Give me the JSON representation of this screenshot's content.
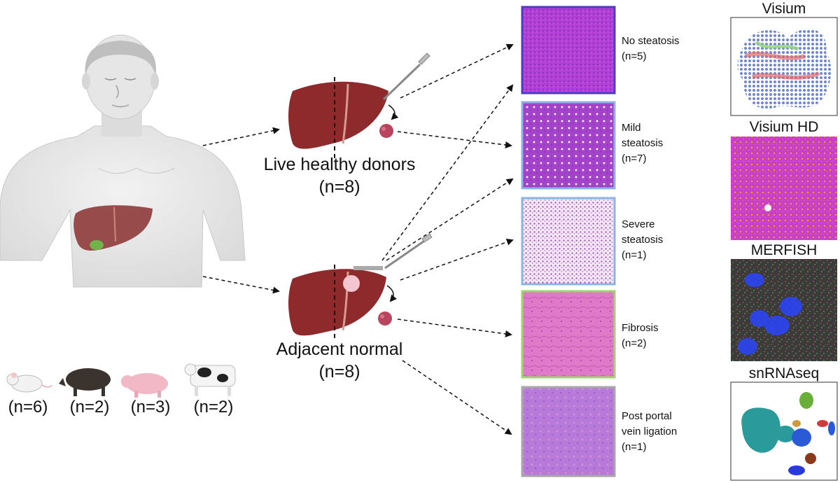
{
  "groups": {
    "live": {
      "label": "Live healthy donors",
      "n": "(n=8)"
    },
    "adjacent": {
      "label": "Adjacent normal",
      "n": "(n=8)"
    }
  },
  "conditions": [
    {
      "line1": "No steatosis",
      "line2": "",
      "n": "(n=5)",
      "border": "#4a3cc8"
    },
    {
      "line1": "Mild",
      "line2": "steatosis",
      "n": "(n=7)",
      "border": "#8ab4e6"
    },
    {
      "line1": "Severe",
      "line2": "steatosis",
      "n": "(n=1)",
      "border": "#8ab4e6"
    },
    {
      "line1": "Fibrosis",
      "line2": "",
      "n": "(n=2)",
      "border": "#9ed66a"
    },
    {
      "line1": "Post portal",
      "line2": "vein ligation",
      "n": "(n=1)",
      "border": "#a8a8a8"
    }
  ],
  "technologies": [
    "Visium",
    "Visium HD",
    "MERFISH",
    "snRNAseq"
  ],
  "animals": [
    {
      "icon": "mouse-icon",
      "n": "(n=6)"
    },
    {
      "icon": "boar-icon",
      "n": "(n=2)"
    },
    {
      "icon": "pig-icon",
      "n": "(n=3)"
    },
    {
      "icon": "cow-icon",
      "n": "(n=2)"
    }
  ],
  "colors": {
    "liver": "#8e2a2c",
    "tissue": "#a0344a",
    "he_pink": "#c65fd0",
    "arrow": "#111111"
  }
}
